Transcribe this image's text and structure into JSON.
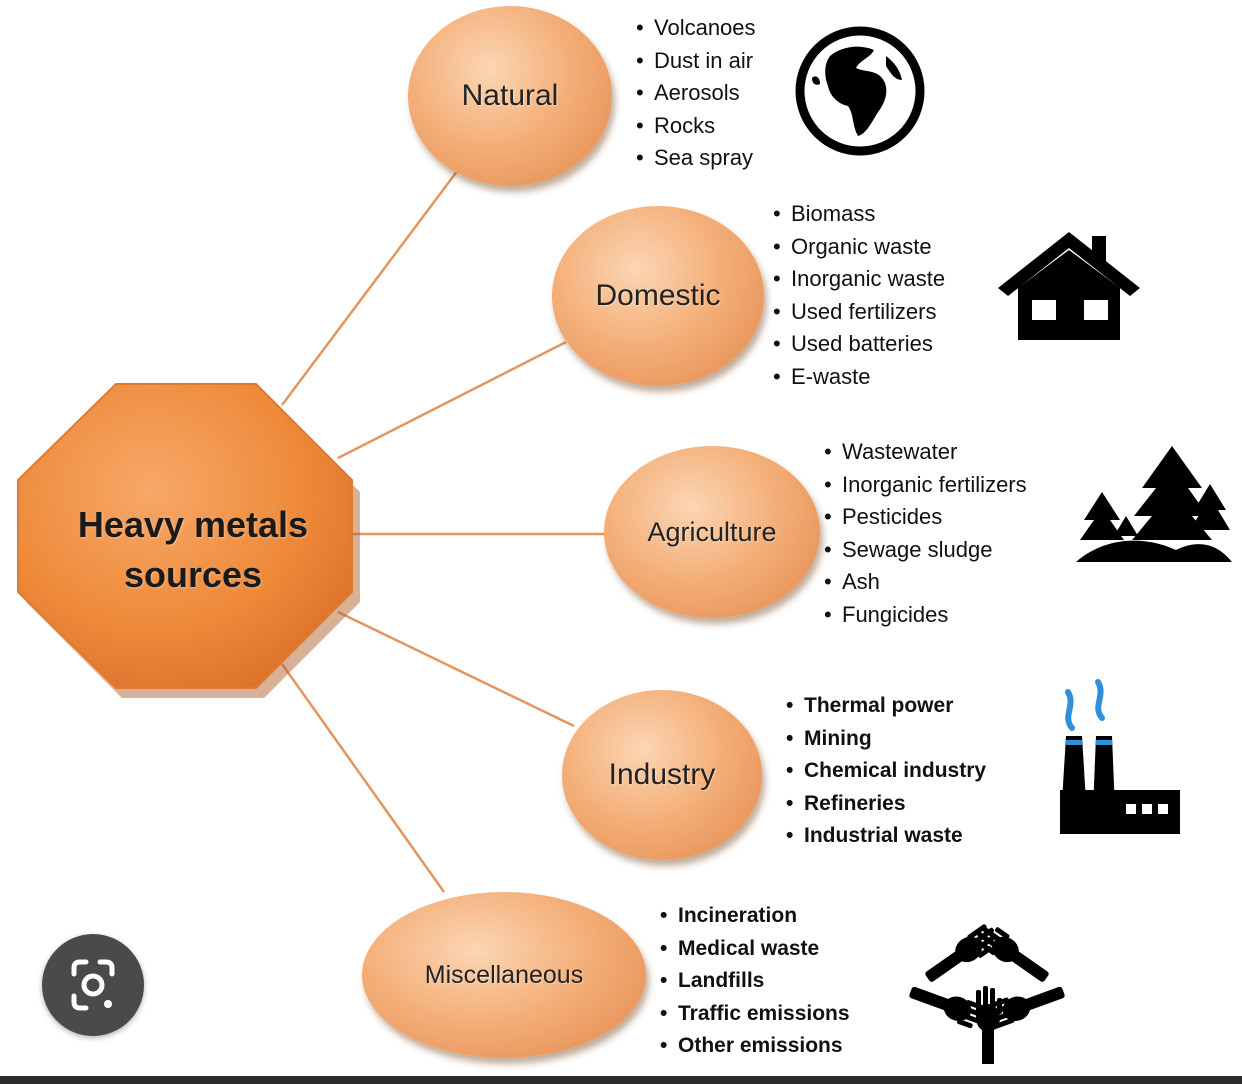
{
  "center": {
    "line1": "Heavy metals",
    "line2": "sources"
  },
  "categories": [
    {
      "label": "Natural",
      "icon": "globe-icon",
      "items": [
        "Volcanoes",
        "Dust in air",
        "Aerosols",
        "Rocks",
        "Sea spray"
      ]
    },
    {
      "label": "Domestic",
      "icon": "house-icon",
      "items": [
        "Biomass",
        "Organic waste",
        "Inorganic waste",
        "Used fertilizers",
        "Used batteries",
        "E-waste"
      ]
    },
    {
      "label": "Agriculture",
      "icon": "trees-icon",
      "items": [
        "Wastewater",
        "Inorganic fertilizers",
        "Pesticides",
        "Sewage sludge",
        "Ash",
        "Fungicides"
      ]
    },
    {
      "label": "Industry",
      "icon": "factory-icon",
      "items": [
        "Thermal power",
        "Mining",
        "Chemical industry",
        "Refineries",
        "Industrial waste"
      ]
    },
    {
      "label": "Miscellaneous",
      "icon": "hands-icon",
      "items": [
        "Incineration",
        "Medical waste",
        "Landfills",
        "Traffic emissions",
        "Other emissions"
      ]
    }
  ],
  "colors": {
    "node": "#f4b07a",
    "center": "#ef8a3c",
    "connector": "#e3955e",
    "icon": "#000000",
    "smoke": "#2f8fd8"
  },
  "overlay": {
    "icon": "lens-search-icon"
  }
}
